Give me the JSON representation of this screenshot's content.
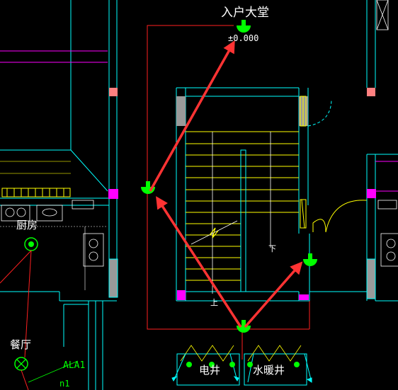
{
  "labels": {
    "lobby": "入户大堂",
    "elevation": "±0.000",
    "kitchen": "厨房",
    "dining": "餐厅",
    "panel": "ALA1",
    "circuit": "n1",
    "electrical_shaft": "电井",
    "water_shaft": "水暖井",
    "stair_down": "下",
    "stair_up": "上"
  },
  "colors": {
    "background": "#000000",
    "wall_cyan": "#00ffff",
    "magenta": "#ff00ff",
    "yellow": "#ffff00",
    "fixture_green": "#00ff00",
    "red_arrow": "#ff3333",
    "column_gray": "#9a9a9a",
    "salmon_column": "#ff8080",
    "wiring_red": "#ff2020"
  },
  "icons": [
    "ceiling-light-icon",
    "pendant-light-icon",
    "red-arrow-icon"
  ]
}
